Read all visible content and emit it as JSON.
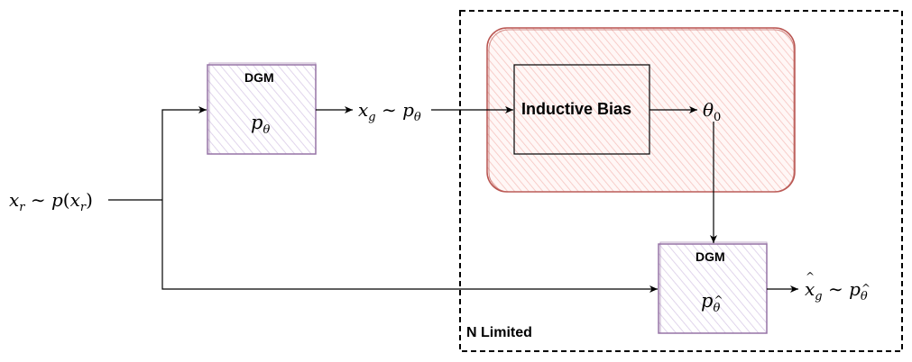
{
  "diagram": {
    "input": {
      "var": "x",
      "var_sub": "r",
      "dist": "p",
      "arg": "x",
      "arg_sub": "r"
    },
    "dgm_top": {
      "title": "DGM",
      "symbol": "p",
      "symbol_sub": "θ"
    },
    "sample_top": {
      "var": "x",
      "var_sub": "g",
      "dist": "p",
      "dist_sub": "θ"
    },
    "inductive_bias": {
      "label": "Inductive Bias"
    },
    "theta_out": {
      "symbol": "θ",
      "symbol_sub": "0"
    },
    "dgm_bottom": {
      "title": "DGM",
      "symbol": "p",
      "symbol_sub": "θ"
    },
    "output": {
      "var": "x",
      "var_sub": "g",
      "dist": "p",
      "dist_sub": "θ"
    },
    "region": {
      "label": "N Limited"
    },
    "colors": {
      "dgm_border": "#9673a6",
      "dgm_fill": "#e8e0f0",
      "bias_region_border": "#b85450",
      "bias_region_fill": "#f8cecc",
      "line": "#000000"
    }
  }
}
